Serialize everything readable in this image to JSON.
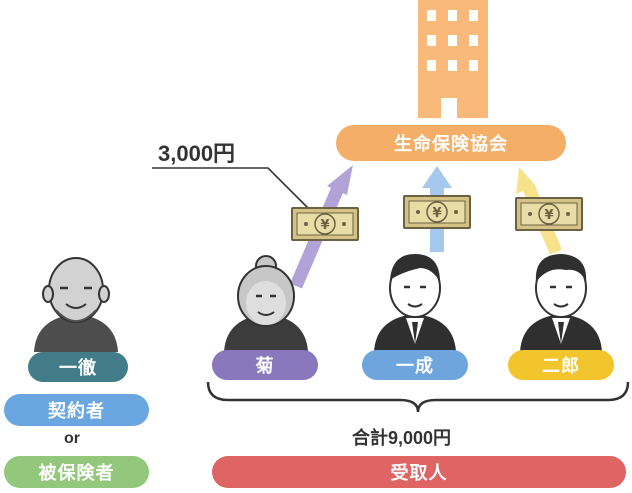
{
  "organization": {
    "label": "生命保険協会"
  },
  "amount_label": "3,000円",
  "people": [
    {
      "name": "一徹"
    },
    {
      "name": "菊"
    },
    {
      "name": "一成"
    },
    {
      "name": "二郎"
    }
  ],
  "roles": {
    "contractor": "契約者",
    "or": "or",
    "insured": "被保険者"
  },
  "total_label": "合計9,000円",
  "recipients_label": "受取人",
  "yen_symbol": "¥",
  "colors": {
    "org": "#f5ae68",
    "ittetsu": "#417c88",
    "kiku": "#8a78bd",
    "issei": "#6da5dc",
    "jiro": "#f3c52d",
    "contractor": "#6aa6e0",
    "insured": "#93c77b",
    "recipients": "#df6464"
  }
}
